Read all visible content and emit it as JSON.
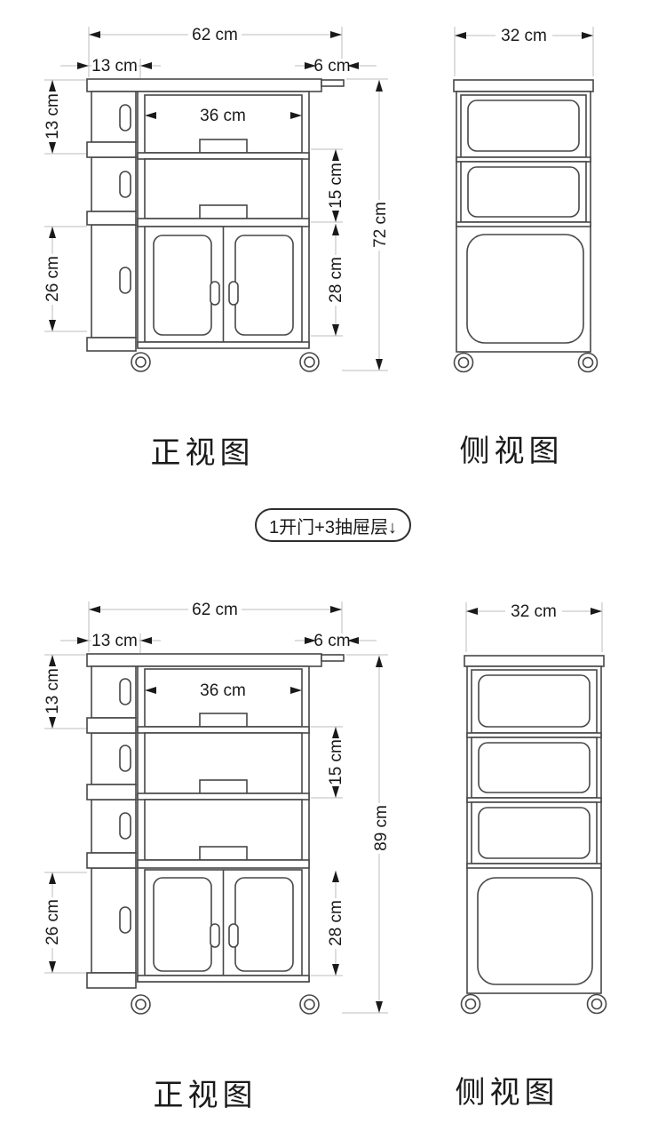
{
  "colors": {
    "background": "#ffffff",
    "outline": "#474747",
    "dimension_line": "#bdbdbd",
    "text": "#1a1a1a"
  },
  "divider": {
    "label": "1开门+3抽屉层↓"
  },
  "sections": [
    {
      "name": "two-drawer-model",
      "front_view": {
        "caption": "正视图",
        "dims": {
          "total_width": "62 cm",
          "side_width": "13 cm",
          "tab_width": "6 cm",
          "drawer_width": "36 cm",
          "top_row_height": "13 cm",
          "drawer_row_height": "15 cm",
          "door_left_height": "26 cm",
          "door_height": "28 cm",
          "total_height": "72 cm"
        }
      },
      "side_view": {
        "caption": "侧视图",
        "dims": {
          "depth": "32 cm"
        }
      }
    },
    {
      "name": "three-drawer-model",
      "front_view": {
        "caption": "正视图",
        "dims": {
          "total_width": "62 cm",
          "side_width": "13 cm",
          "tab_width": "6 cm",
          "drawer_width": "36 cm",
          "top_row_height": "13 cm",
          "drawer_row_height": "15 cm",
          "door_left_height": "26 cm",
          "door_height": "28 cm",
          "total_height": "89 cm"
        }
      },
      "side_view": {
        "caption": "侧视图",
        "dims": {
          "depth": "32 cm"
        }
      }
    }
  ]
}
